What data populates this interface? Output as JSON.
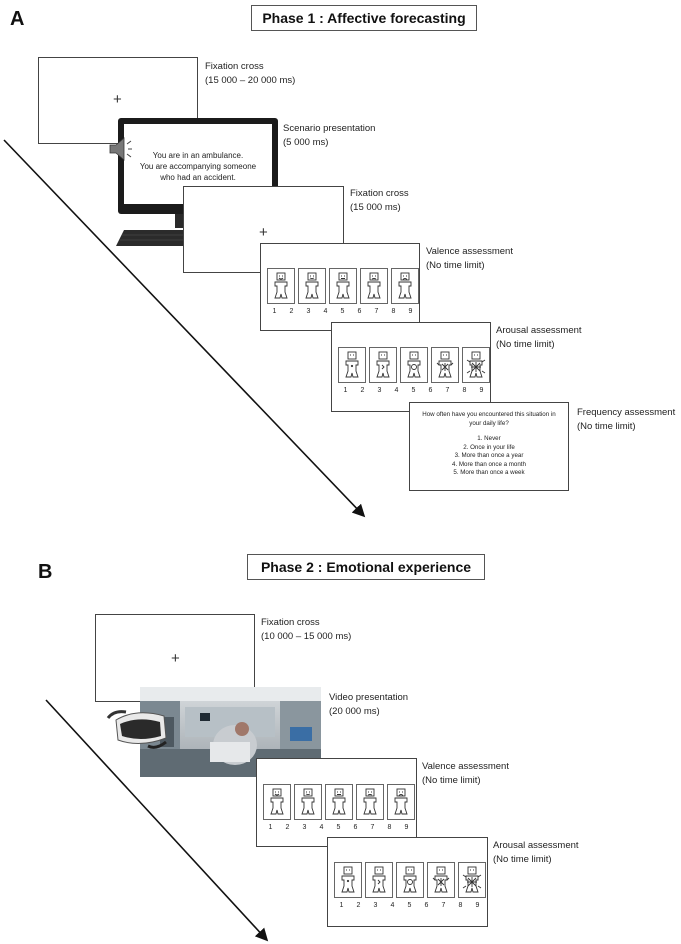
{
  "panel_a": {
    "letter": "A",
    "title": "Phase 1 : Affective forecasting",
    "steps": {
      "fixation": {
        "name": "Fixation cross",
        "duration": "(15 000 – 20 000 ms)"
      },
      "scenario": {
        "name": "Scenario presentation",
        "duration": "(5 000 ms)"
      },
      "fixation2": {
        "name": "Fixation cross",
        "duration": "(15 000 ms)"
      },
      "valence": {
        "name": "Valence assessment",
        "duration": "(No time limit)"
      },
      "arousal": {
        "name": "Arousal assessment",
        "duration": "(No time limit)"
      },
      "frequency": {
        "name": "Frequency assessment",
        "duration": "(No time limit)"
      }
    },
    "scenario_text": [
      "You are in an ambulance.",
      "You are accompanying someone",
      "who had an accident."
    ],
    "frequency_question": [
      "How often have you  encountered this situation in",
      "your daily life?"
    ],
    "frequency_options": [
      "1. Never",
      "2. Once in your life",
      "3. More than once a year",
      "4. More than once a month",
      "5. More than once a week"
    ]
  },
  "panel_b": {
    "letter": "B",
    "title": "Phase 2 : Emotional experience",
    "steps": {
      "fixation": {
        "name": "Fixation cross",
        "duration": "(10 000 – 15 000 ms)"
      },
      "video": {
        "name": "Video presentation",
        "duration": "(20 000 ms)"
      },
      "valence": {
        "name": "Valence assessment",
        "duration": "(No time limit)"
      },
      "arousal": {
        "name": "Arousal assessment",
        "duration": "(No time limit)"
      }
    }
  },
  "cross_symbol": "+",
  "scale_numbers": [
    "1",
    "2",
    "3",
    "4",
    "5",
    "6",
    "7",
    "8",
    "9"
  ]
}
